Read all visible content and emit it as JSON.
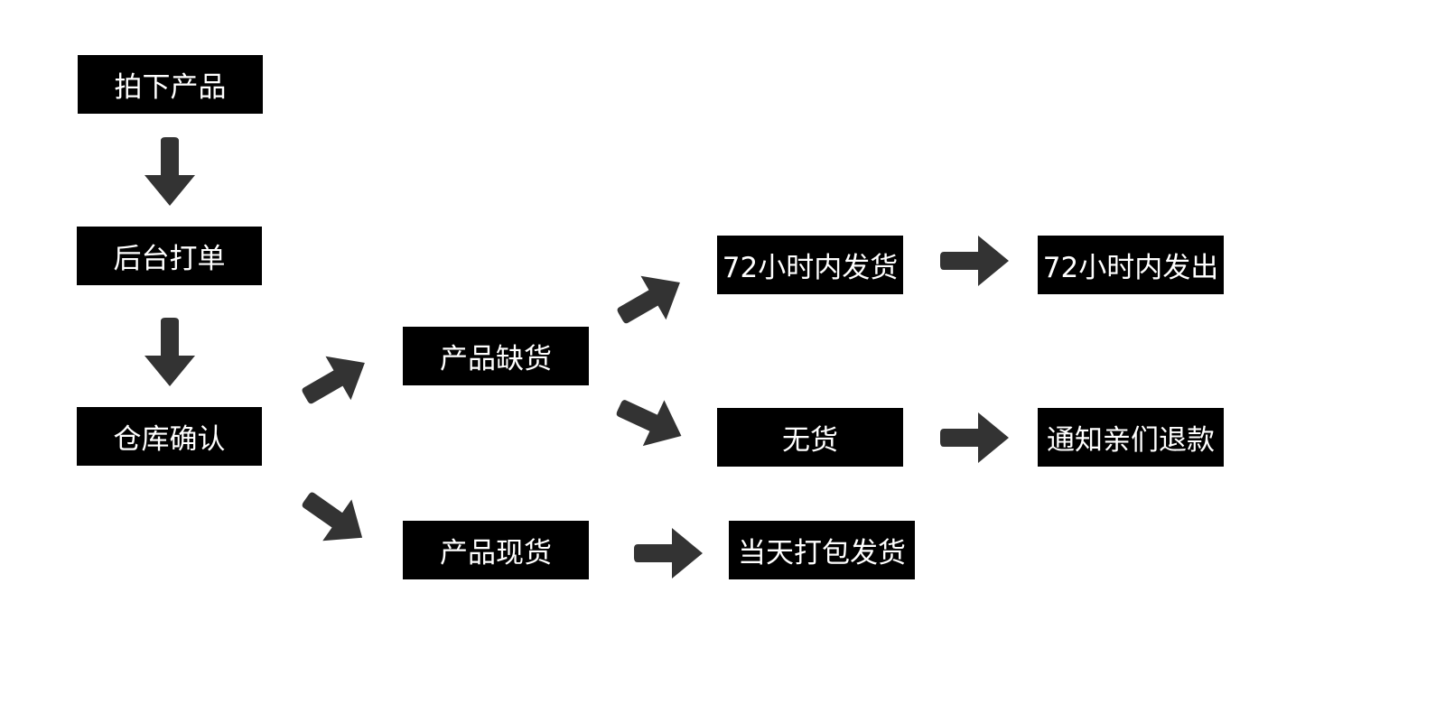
{
  "diagram": {
    "nodes": {
      "order": "拍下产品",
      "print": "后台打单",
      "confirm": "仓库确认",
      "out_of_stock": "产品缺货",
      "in_stock": "产品现货",
      "ship_72h": "72小时内发货",
      "no_stock": "无货",
      "ship_same_day": "当天打包发货",
      "shipped_72h": "72小时内发出",
      "refund": "通知亲们退款"
    },
    "arrows": [
      {
        "from": "order",
        "to": "print",
        "icon": "arrow-down-icon"
      },
      {
        "from": "print",
        "to": "confirm",
        "icon": "arrow-down-icon"
      },
      {
        "from": "confirm",
        "to": "out_of_stock",
        "icon": "arrow-up-right-icon"
      },
      {
        "from": "confirm",
        "to": "in_stock",
        "icon": "arrow-down-right-icon"
      },
      {
        "from": "out_of_stock",
        "to": "ship_72h",
        "icon": "arrow-up-right-icon"
      },
      {
        "from": "out_of_stock",
        "to": "no_stock",
        "icon": "arrow-down-right-icon"
      },
      {
        "from": "in_stock",
        "to": "ship_same_day",
        "icon": "arrow-right-icon"
      },
      {
        "from": "ship_72h",
        "to": "shipped_72h",
        "icon": "arrow-right-icon"
      },
      {
        "from": "no_stock",
        "to": "refund",
        "icon": "arrow-right-icon"
      }
    ],
    "colors": {
      "box": "#000000",
      "text": "#ffffff",
      "arrow": "#333333",
      "background": "#ffffff"
    }
  }
}
